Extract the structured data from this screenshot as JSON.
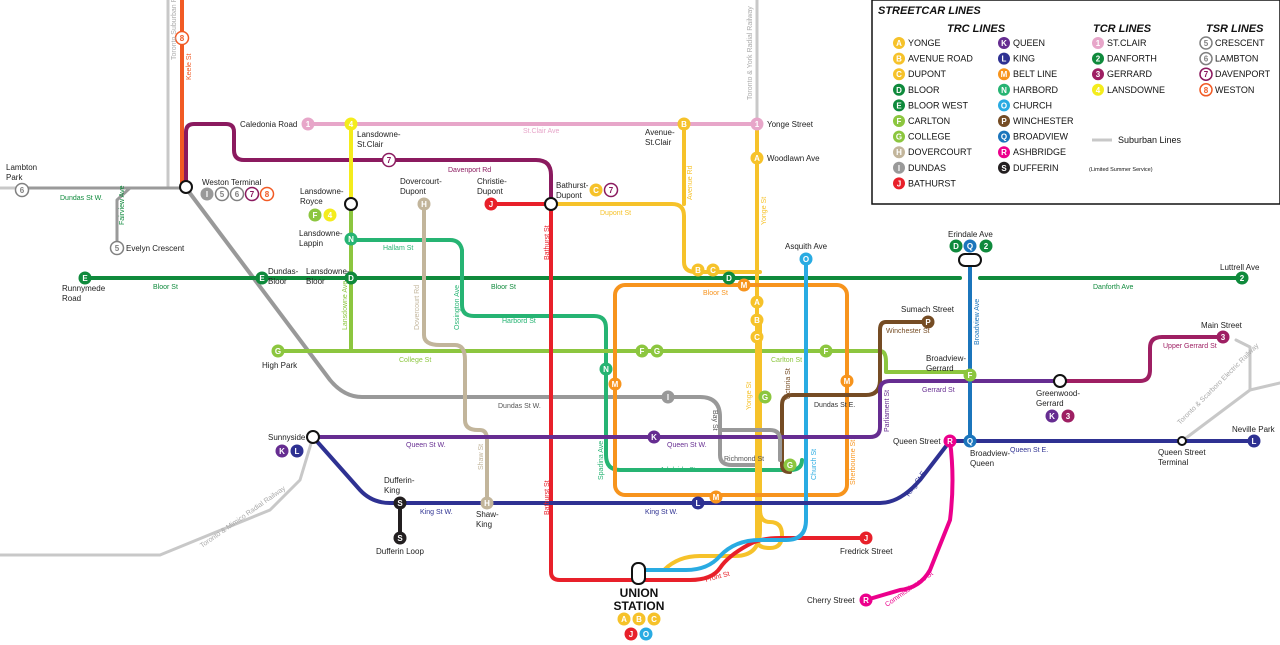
{
  "colors": {
    "yonge": "#f6c22a",
    "avenue_road": "#f6c22a",
    "dupont": "#f6c22a",
    "bloor": "#0f8a3c",
    "bloor_west": "#0f8a3c",
    "carlton": "#8cc63f",
    "college": "#8cc63f",
    "dovercourt": "#c2b59b",
    "dundas": "#999999",
    "bathurst": "#e8202a",
    "queen": "#662d91",
    "king": "#2e3192",
    "belt_line": "#f7941d",
    "harbord": "#26b473",
    "church": "#29abe2",
    "winchester": "#754c24",
    "broadview": "#1b75bc",
    "ashbridge": "#ec008c",
    "dufferin": "#231f20",
    "st_clair": "#e7a6c9",
    "danforth": "#0f8a3c",
    "gerrard": "#9e1f63",
    "lansdowne": "#f4ec1c",
    "crescent": "#808080",
    "lambton": "#808080",
    "davenport": "#8b1a5f",
    "weston": "#f15a24",
    "suburban": "#c8c8c8"
  },
  "legend": {
    "title": "STREETCAR LINES",
    "trc_heading": "TRC LINES",
    "tcr_heading": "TCR LINES",
    "tsr_heading": "TSR LINES",
    "trc_col1": [
      {
        "code": "A",
        "name": "YONGE",
        "key": "yonge"
      },
      {
        "code": "B",
        "name": "AVENUE ROAD",
        "key": "avenue_road"
      },
      {
        "code": "C",
        "name": "DUPONT",
        "key": "dupont"
      },
      {
        "code": "D",
        "name": "BLOOR",
        "key": "bloor"
      },
      {
        "code": "E",
        "name": "BLOOR WEST",
        "key": "bloor_west"
      },
      {
        "code": "F",
        "name": "CARLTON",
        "key": "carlton"
      },
      {
        "code": "G",
        "name": "COLLEGE",
        "key": "college"
      },
      {
        "code": "H",
        "name": "DOVERCOURT",
        "key": "dovercourt"
      },
      {
        "code": "I",
        "name": "DUNDAS",
        "key": "dundas"
      },
      {
        "code": "J",
        "name": "BATHURST",
        "key": "bathurst"
      }
    ],
    "trc_col2": [
      {
        "code": "K",
        "name": "QUEEN",
        "key": "queen"
      },
      {
        "code": "L",
        "name": "KING",
        "key": "king"
      },
      {
        "code": "M",
        "name": "BELT LINE",
        "key": "belt_line"
      },
      {
        "code": "N",
        "name": "HARBORD",
        "key": "harbord"
      },
      {
        "code": "O",
        "name": "CHURCH",
        "key": "church"
      },
      {
        "code": "P",
        "name": "WINCHESTER",
        "key": "winchester"
      },
      {
        "code": "Q",
        "name": "BROADVIEW",
        "key": "broadview"
      },
      {
        "code": "R",
        "name": "ASHBRIDGE",
        "key": "ashbridge"
      },
      {
        "code": "S",
        "name": "DUFFERIN",
        "key": "dufferin",
        "note": "(Limited Summer Service)"
      }
    ],
    "tcr": [
      {
        "code": "1",
        "name": "ST.CLAIR",
        "key": "st_clair"
      },
      {
        "code": "2",
        "name": "DANFORTH",
        "key": "danforth"
      },
      {
        "code": "3",
        "name": "GERRARD",
        "key": "gerrard"
      },
      {
        "code": "4",
        "name": "LANSDOWNE",
        "key": "lansdowne"
      }
    ],
    "tsr": [
      {
        "code": "5",
        "name": "CRESCENT",
        "key": "crescent"
      },
      {
        "code": "6",
        "name": "LAMBTON",
        "key": "lambton"
      },
      {
        "code": "7",
        "name": "DAVENPORT",
        "key": "davenport"
      },
      {
        "code": "8",
        "name": "WESTON",
        "key": "weston"
      }
    ],
    "suburban_label": "Suburban Lines"
  },
  "stations": {
    "lambton_park": "Lambton Park",
    "weston_terminal": "Weston Terminal",
    "evelyn_crescent": "Evelyn Crescent",
    "caledonia_road": "Caledonia Road",
    "lansdowne_stclair": "Lansdowne-St.Clair",
    "lansdowne_royce": "Lansdowne-Royce",
    "lansdowne_lappin": "Lansdowne-Lappin",
    "lansdowne_bloor": "Lansdowne-Bloor",
    "dovercourt_dupont": "Dovercourt-Dupont",
    "christie_dupont": "Christie-Dupont",
    "bathurst_dupont": "Bathurst-Dupont",
    "avenue_stclair": "Avenue-St.Clair",
    "yonge_street": "Yonge Street",
    "woodlawn_ave": "Woodlawn Ave",
    "asquith_ave": "Asquith Ave",
    "erindale_ave": "Erindale Ave",
    "luttrell_ave": "Luttrell Ave",
    "runnymede_road": "Runnymede Road",
    "dundas_bloor": "Dundas-Bloor",
    "high_park": "High Park",
    "sumach_street": "Sumach Street",
    "broadview_gerrard": "Broadview-Gerrard",
    "main_street": "Main Street",
    "greenwood_gerrard": "Greenwood-Gerrard",
    "sunnyside": "Sunnyside",
    "queen_street": "Queen Street",
    "broadview_queen": "Broadview-Queen",
    "queen_street_terminal": "Queen Street Terminal",
    "neville_park": "Neville Park",
    "dufferin_king": "Dufferin-King",
    "dufferin_loop": "Dufferin Loop",
    "shaw_king": "Shaw-King",
    "fredrick_street": "Fredrick Street",
    "cherry_street": "Cherry Street",
    "union_station": "UNION STATION"
  },
  "streets": {
    "dundas_st_w": "Dundas St W.",
    "fairview_ave": "Fairview Ave",
    "toronto_suburban_railway": "Toronto Suburban Railway",
    "keele_st": "Keele St",
    "st_clair_ave": "St.Clair Ave",
    "davenport_rd": "Davenport Rd",
    "dupont_st": "Dupont St",
    "avenue_rd": "Avenue Rd",
    "yonge_st": "Yonge St",
    "toronto_york_radial": "Toronto & York Radial Railway",
    "bathurst_st": "Bathurst St",
    "bloor_st": "Bloor St",
    "danforth_ave": "Danforth Ave",
    "hallam_st": "Hallam St",
    "harbord_st": "Harbord St",
    "lansdowne_ave": "Lansdowne Ave",
    "dovercourt_rd": "Dovercourt Rd",
    "ossington_ave": "Ossington Ave",
    "college_st": "College St",
    "carlton_st": "Carlton St",
    "dundas_st_e": "Dundas St E.",
    "winchester_st": "Winchester St",
    "parliament_st": "Parliament St",
    "broadview_ave": "Broadview Ave",
    "gerrard_st": "Gerrard St",
    "upper_gerrard_st": "Upper Gerrard St",
    "toronto_scarboro": "Toronto & Scarboro Electric Railway",
    "queen_st_w": "Queen St W.",
    "queen_st_e": "Queen St E.",
    "king_st_w": "King St W.",
    "king_st_e": "King St E.",
    "bay_st": "Bay St",
    "richmond_st": "Richmond St",
    "adelaide_st": "Adelaide St",
    "victoria_st": "Victoria St",
    "church_st": "Church St",
    "sherbourne_st": "Sherbourne St",
    "spadina_ave": "Spadina Ave",
    "shaw_st": "Shaw St",
    "front_st": "Front St",
    "commissioners_st": "Commissioners St",
    "toronto_mimico": "Toronto & Mimico Radial Railway"
  }
}
